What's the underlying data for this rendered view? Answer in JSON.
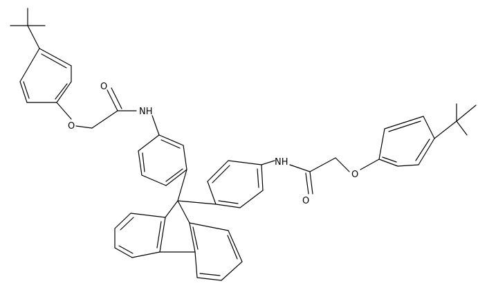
{
  "diagram": {
    "type": "chemical-structure",
    "atom_labels": {
      "n_left": "NH",
      "n_right": "NH",
      "o_ether_left": "O",
      "o_ether_right": "O",
      "o_carbonyl_left": "O",
      "o_carbonyl_right": "O"
    }
  }
}
